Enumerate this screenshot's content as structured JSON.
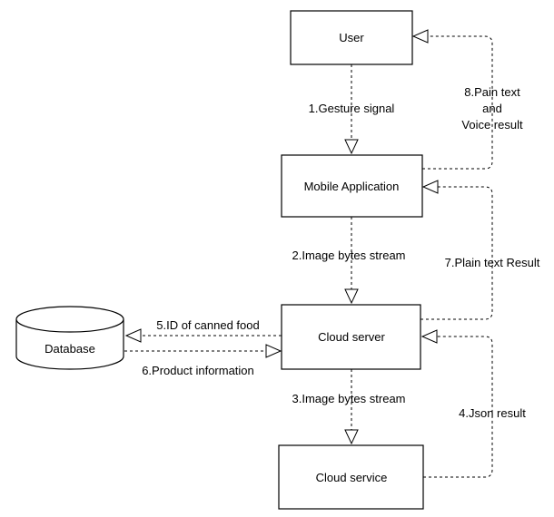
{
  "nodes": {
    "user": "User",
    "mobile_app": "Mobile Application",
    "cloud_server": "Cloud server",
    "cloud_service": "Cloud service",
    "database": "Database"
  },
  "edges": {
    "e1": "1.Gesture signal",
    "e2": "2.Image bytes stream",
    "e3": "3.Image bytes stream",
    "e4": "4.Json result",
    "e5": "5.ID of canned food",
    "e6": "6.Product information",
    "e7": "7.Plain text Result",
    "e8": [
      "8.Pain text",
      "and",
      "Voice result"
    ]
  }
}
